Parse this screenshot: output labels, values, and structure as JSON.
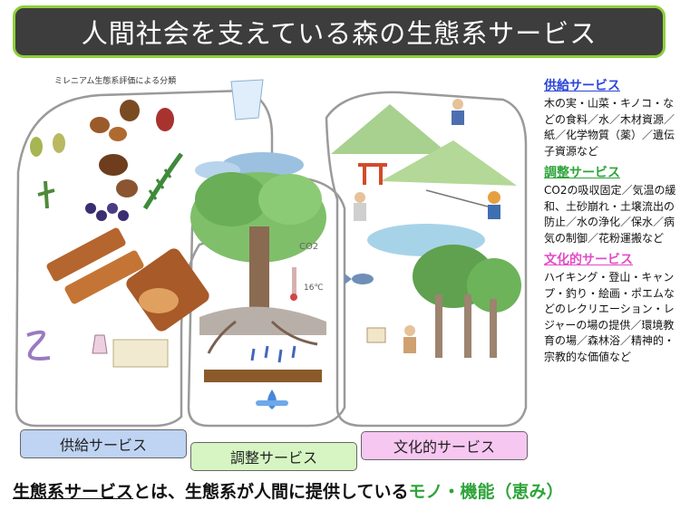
{
  "title": "人間社会を支えている森の生態系サービス",
  "caption": "ミレニアム生態系評価による分類",
  "sidebar": {
    "supply": {
      "heading": "供給サービス",
      "text": "木の実・山菜・キノコ・などの食料／水／木材資源／紙／化学物質（薬）／遺伝子資源など",
      "color": "#2b44d8"
    },
    "regulate": {
      "heading": "調整サービス",
      "text": "CO2の吸収固定／気温の緩和、土砂崩れ・土壌流出の防止／水の浄化／保水／病気の制御／花粉運搬など",
      "color": "#2ea43a"
    },
    "culture": {
      "heading": "文化的サービス",
      "text": "ハイキング・登山・キャンプ・釣り・絵画・ポエムなどのレクリエーション・レジャーの場の提供／環境教育の場／森林浴／精神的・宗教的な価値など",
      "color": "#e24cc8"
    }
  },
  "buttons": {
    "supply": "供給サービス",
    "regulate": "調整サービス",
    "culture": "文化的サービス"
  },
  "bottom": {
    "part1": "生態系サービス",
    "part2": "とは、生態系が人間に提供している",
    "part3": "モノ・機能（恵み）"
  },
  "illustration_labels": {
    "co2": "CO2",
    "temperature": "16℃"
  }
}
